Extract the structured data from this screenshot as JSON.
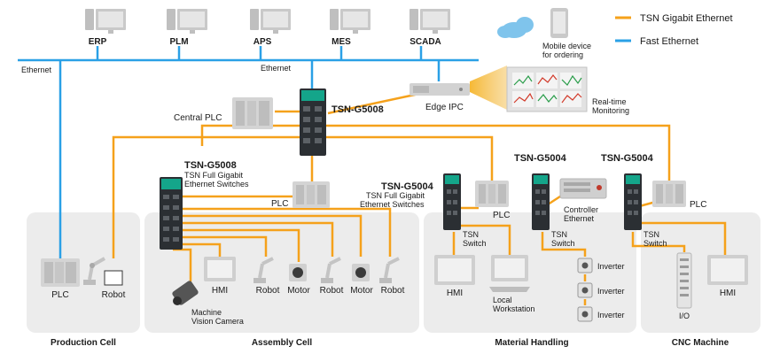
{
  "colors": {
    "tsn": "#f5a11b",
    "fast": "#2aa0e6",
    "panel": "#ececec",
    "device": "#d6d6d6",
    "switch_dark": "#2b2f33",
    "switch_green": "#14a58a"
  },
  "legend": {
    "tsn": "TSN Gigabit Ethernet",
    "fast": "Fast Ethernet"
  },
  "top_systems": [
    "ERP",
    "PLM",
    "APS",
    "MES",
    "SCADA"
  ],
  "mobile": {
    "line1": "Mobile device",
    "line2": "for ordering"
  },
  "ethernet_left": "Ethernet",
  "ethernet_mid": "Ethernet",
  "edge_ipc": "Edge IPC",
  "realtime": {
    "line1": "Real-time",
    "line2": "Monitoring"
  },
  "central_plc": "Central PLC",
  "core_switch": "TSN-G5008",
  "assembly_switch": {
    "title": "TSN-G5008",
    "line1": "TSN Full Gigabit",
    "line2": "Ethernet Switches"
  },
  "material_switch": {
    "title": "TSN-G5004",
    "line1": "TSN Full Gigabit",
    "line2": "Ethernet Switches"
  },
  "switch_mid_title": "TSN-G5004",
  "switch_right_title": "TSN-G5004",
  "plc": "PLC",
  "robot": "Robot",
  "hmi": "HMI",
  "motor": "Motor",
  "camera": {
    "line1": "Machine",
    "line2": "Vision Camera"
  },
  "tsn_switch": {
    "line1": "TSN",
    "line2": "Switch"
  },
  "controller": {
    "line1": "Controller",
    "line2": "Ethernet"
  },
  "inverter": "Inverter",
  "local_ws": {
    "line1": "Local",
    "line2": "Workstation"
  },
  "io": "I/O",
  "cells": {
    "production": "Production Cell",
    "assembly": "Assembly Cell",
    "material": "Material Handling",
    "cnc": "CNC Machine"
  }
}
